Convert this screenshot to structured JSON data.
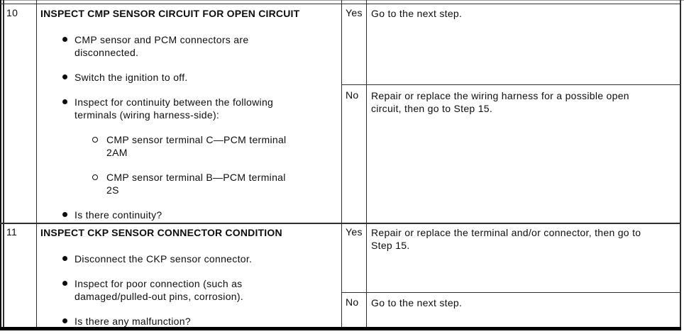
{
  "table": {
    "rows": [
      {
        "step": "10",
        "title": "INSPECT CMP SENSOR CIRCUIT FOR OPEN CIRCUIT",
        "bullets": [
          "CMP sensor and PCM connectors are\ndisconnected.",
          "Switch the ignition to off.",
          "Inspect for continuity between the following\nterminals (wiring harness-side):",
          "CMP sensor terminal C—PCM terminal\n2AM",
          "CMP sensor terminal B—PCM terminal\n2S",
          "Is there continuity?"
        ],
        "outcomes": [
          {
            "label": "Yes",
            "action": "Go to the next step."
          },
          {
            "label": "No",
            "action": "Repair or replace the wiring harness for a possible open\ncircuit, then go to Step 15."
          }
        ]
      },
      {
        "step": "11",
        "title": "INSPECT CKP SENSOR CONNECTOR CONDITION",
        "bullets": [
          "Disconnect the CKP sensor connector.",
          "Inspect for poor connection (such as\ndamaged/pulled-out pins, corrosion).",
          "Is there any malfunction?"
        ],
        "outcomes": [
          {
            "label": "Yes",
            "action": "Repair or replace the terminal and/or connector, then go to\nStep 15."
          },
          {
            "label": "No",
            "action": "Go to the next step."
          }
        ]
      }
    ]
  }
}
